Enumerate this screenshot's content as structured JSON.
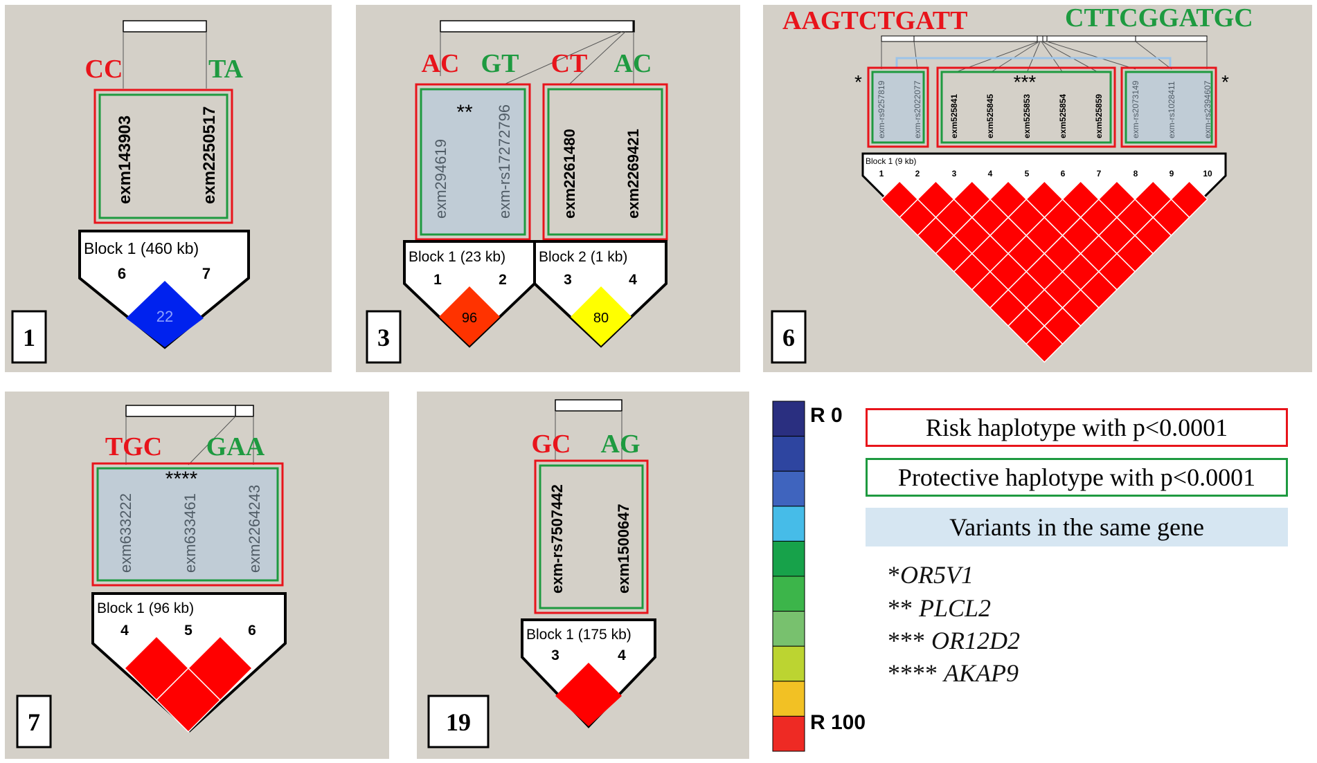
{
  "colors": {
    "panel_bg": "#d4d0c8",
    "risk": "#e8141b",
    "protective": "#1e9a40",
    "gene_highlight": "#d6e6f2",
    "ld_red": "#ff0000",
    "ld_orange": "#ff3300",
    "ld_yellow": "#ffff00",
    "ld_blue": "#0022ee",
    "shaded_box": "#c0ccd6"
  },
  "panels": [
    {
      "number": "1",
      "haplotypes": {
        "risk": "CC",
        "protective": "TA"
      },
      "markers": [
        "exm143903",
        "exm2250517"
      ],
      "blocks": [
        {
          "label": "Block 1 (460 kb)",
          "indices": [
            "6",
            "7"
          ],
          "values": [
            "22"
          ]
        }
      ]
    },
    {
      "number": "3",
      "haplotypes_a": {
        "risk": "AC",
        "protective": "GT"
      },
      "haplotypes_b": {
        "risk": "CT",
        "protective": "AC"
      },
      "gene_mark": "**",
      "markers": [
        "exm294619",
        "exm-rs17272796",
        "exm2261480",
        "exm2269421"
      ],
      "blocks": [
        {
          "label": "Block 1 (23 kb)",
          "indices": [
            "1",
            "2"
          ],
          "values": [
            "96"
          ]
        },
        {
          "label": "Block 2 (1 kb)",
          "indices": [
            "3",
            "4"
          ],
          "values": [
            "80"
          ]
        }
      ]
    },
    {
      "number": "6",
      "haplotypes": {
        "risk": "AAGTCTGATT",
        "protective": "CTTCGGATGC"
      },
      "gene_marks": {
        "left": "*",
        "middle": "***",
        "right": "*"
      },
      "markers": [
        "exm-rs9257819",
        "exm-rs2022077",
        "exm525841",
        "exm525845",
        "exm525853",
        "exm525854",
        "exm525859",
        "exm-rs2073149",
        "exm-rs1028411",
        "exm-rs2394607"
      ],
      "blocks": [
        {
          "label": "Block 1 (9 kb)",
          "indices": [
            "1",
            "2",
            "3",
            "4",
            "5",
            "6",
            "7",
            "8",
            "9",
            "10"
          ]
        }
      ]
    },
    {
      "number": "7",
      "haplotypes": {
        "risk": "TGC",
        "protective": "GAA"
      },
      "gene_mark": "****",
      "markers": [
        "exm633222",
        "exm633461",
        "exm2264243"
      ],
      "blocks": [
        {
          "label": "Block 1 (96 kb)",
          "indices": [
            "4",
            "5",
            "6"
          ]
        }
      ]
    },
    {
      "number": "19",
      "haplotypes": {
        "risk": "GC",
        "protective": "AG"
      },
      "markers": [
        "exm-rs7507442",
        "exm1500647"
      ],
      "blocks": [
        {
          "label": "Block 1 (175 kb)",
          "indices": [
            "3",
            "4"
          ]
        }
      ]
    }
  ],
  "color_scale": {
    "low_label": "R 0",
    "high_label": "R 100",
    "colors": [
      "#2a2f80",
      "#2e45a0",
      "#3f64be",
      "#46bce8",
      "#17a24a",
      "#3cb54a",
      "#78c16e",
      "#bcd431",
      "#f2c124",
      "#ee2a24"
    ]
  },
  "legend": {
    "risk": "Risk haplotype with p<0.0001",
    "protective": "Protective haplotype with p<0.0001",
    "same_gene": "Variants in the same gene",
    "genes": [
      {
        "mark": "*",
        "name": "OR5V1"
      },
      {
        "mark": "** ",
        "name": "PLCL2"
      },
      {
        "mark": "*** ",
        "name": "OR12D2"
      },
      {
        "mark": "**** ",
        "name": "AKAP9"
      }
    ]
  }
}
